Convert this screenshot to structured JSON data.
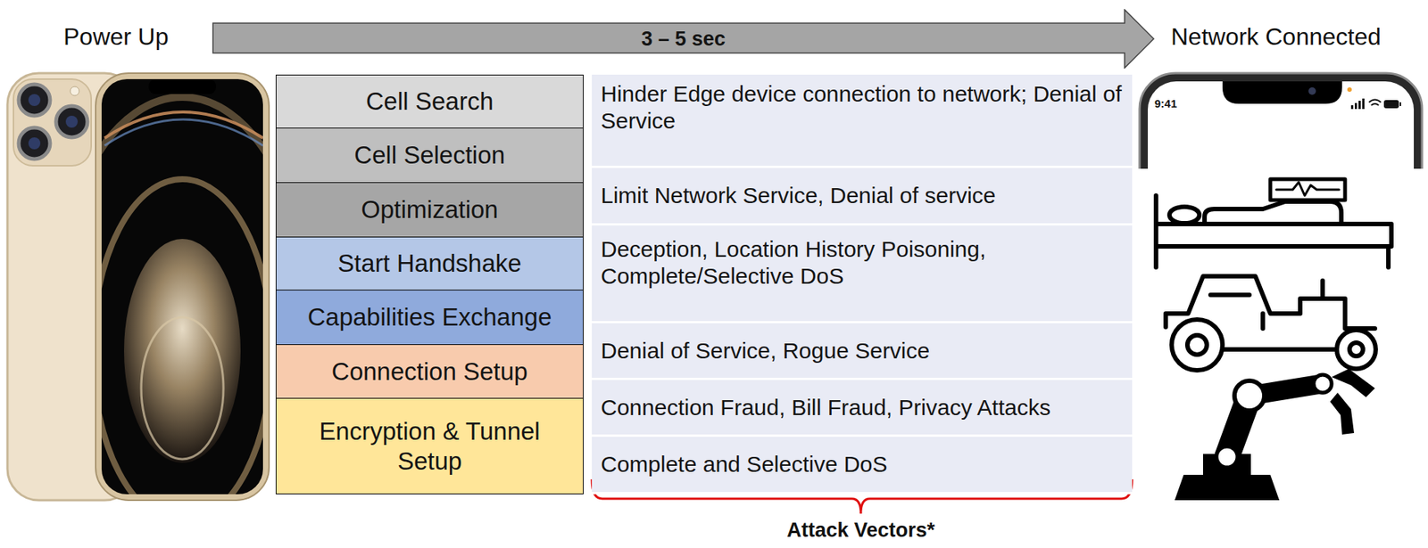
{
  "diagram": {
    "nodes": [
      {
        "text": [
          "3 – 5 sec"
        ]
      },
      {
        "text": [
          "Cell Search"
        ]
      },
      {
        "text": [
          "Cell Selection"
        ]
      },
      {
        "text": [
          "Optimization"
        ]
      },
      {
        "text": [
          "Start Handshake"
        ]
      },
      {
        "text": [
          "Capabilities Exchange"
        ]
      },
      {
        "text": [
          "Connection Setup"
        ]
      },
      {
        "text": [
          "Encryption & Tunnel Setup"
        ]
      },
      {
        "text": [
          "Hinder Edge device connection to network; Denial of Service"
        ]
      },
      {
        "text": [
          "Limit Network Service, Denial of service"
        ]
      },
      {
        "text": [
          "Deception, Location History Poisoning, Complete/Selective DoS"
        ]
      },
      {
        "text": [
          "Denial of Service, Rogue Service"
        ]
      },
      {
        "text": [
          "Connection Fraud, Bill Fraud, Privacy Attacks"
        ]
      },
      {
        "text": [
          "Complete and Selective DoS"
        ]
      }
    ],
    "labels": [
      "Power Up",
      "Network Connected",
      "9:41",
      "Attack Vectors*"
    ]
  }
}
